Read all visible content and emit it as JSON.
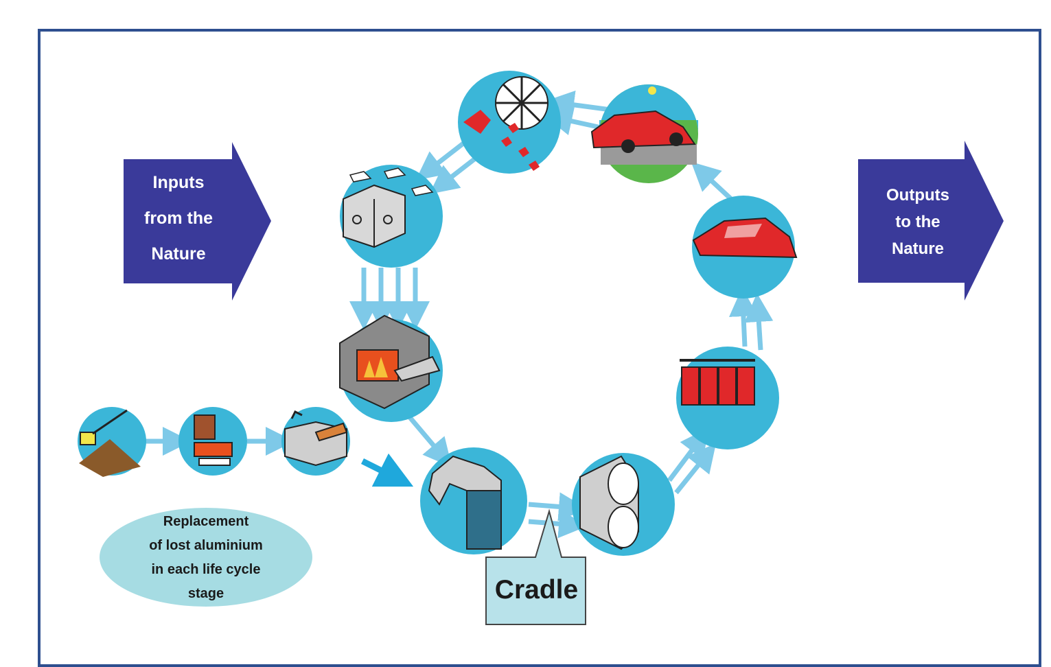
{
  "inputs_arrow": {
    "lines": [
      "Inputs",
      "from the",
      "Nature"
    ]
  },
  "outputs_arrow": {
    "lines": [
      "Outputs",
      "to the",
      "Nature"
    ]
  },
  "replacement_note": {
    "lines": [
      "Replacement",
      "of lost aluminium",
      "in each life cycle",
      "stage"
    ]
  },
  "cradle_label": "Cradle",
  "colors": {
    "frame": "#2e4f8f",
    "big_arrow": "#3a3a9a",
    "stage_circle": "#3bb6d8",
    "flow_arrow": "#7ec9e8",
    "note_ellipse": "#a6dce3",
    "callout": "#b8e2ea",
    "product_red": "#e0282a"
  },
  "stages": [
    {
      "id": "scrap-shredding",
      "icon": "shredder-icon"
    },
    {
      "id": "car-in-use",
      "icon": "car-on-road-icon"
    },
    {
      "id": "car-manufacturing",
      "icon": "car-body-icon"
    },
    {
      "id": "component-production",
      "icon": "red-parts-icon"
    },
    {
      "id": "rolling",
      "icon": "rolling-mill-icon"
    },
    {
      "id": "casting-cradle",
      "icon": "ingot-casting-icon"
    },
    {
      "id": "remelting",
      "icon": "furnace-icon"
    },
    {
      "id": "scrap-sorting",
      "icon": "scrap-bins-icon"
    }
  ],
  "primary_chain": [
    {
      "id": "bauxite-mining",
      "icon": "excavator-icon"
    },
    {
      "id": "alumina-refining",
      "icon": "refinery-icon"
    },
    {
      "id": "primary-smelting",
      "icon": "smelter-icon"
    }
  ]
}
